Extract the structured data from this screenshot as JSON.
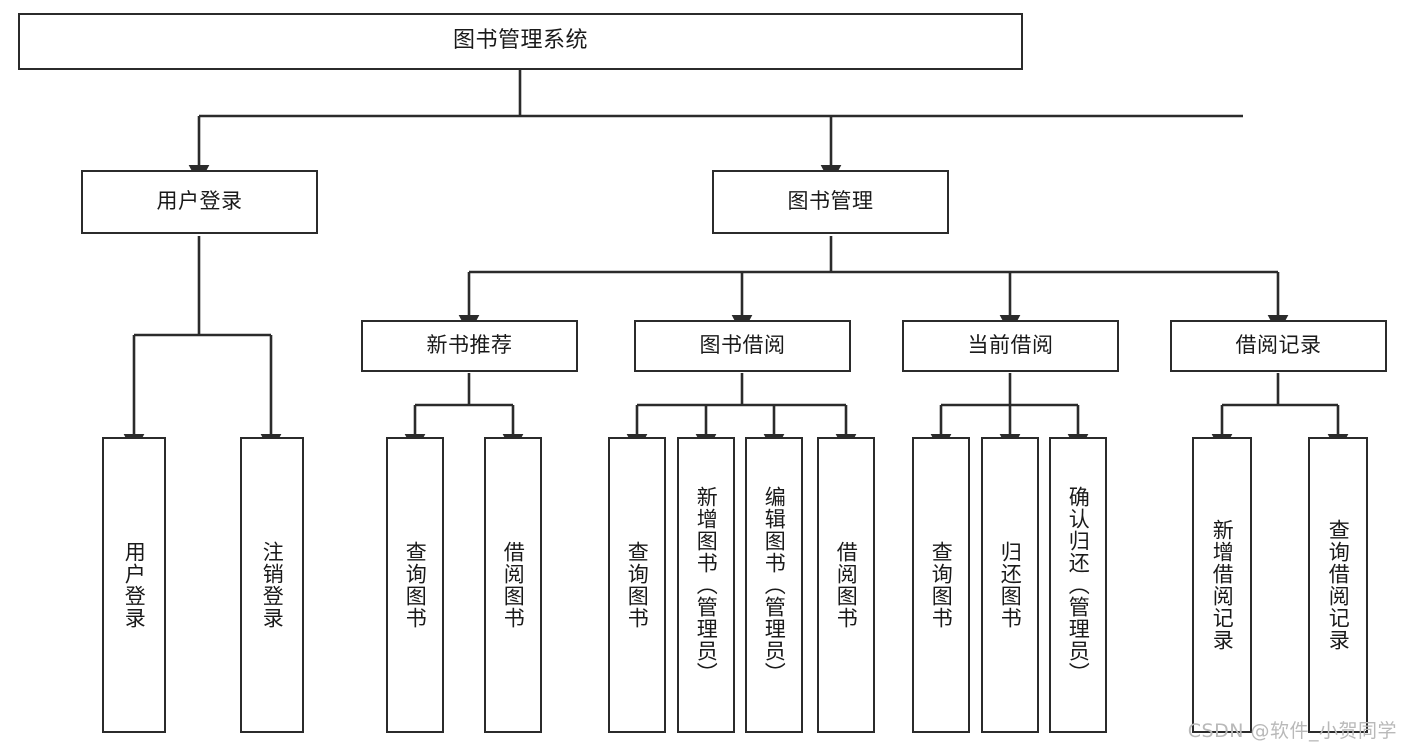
{
  "diagram": {
    "title": "图书管理系统",
    "type": "tree-hierarchy-chart",
    "orientation": "top-down",
    "colors": {
      "box_border": "#2b2b2b",
      "box_fill": "#ffffff",
      "edge": "#2b2b2b",
      "text": "#1a1a1a",
      "watermark": "#b9b9b9",
      "background": "#ffffff"
    }
  },
  "root": {
    "label": "图书管理系统"
  },
  "level2": [
    {
      "label": "用户登录"
    },
    {
      "label": "图书管理"
    }
  ],
  "level3": [
    {
      "label": "新书推荐"
    },
    {
      "label": "图书借阅"
    },
    {
      "label": "当前借阅"
    },
    {
      "label": "借阅记录"
    }
  ],
  "leaves": {
    "user_login": [
      {
        "label": "用户登录"
      },
      {
        "label": "注销登录"
      }
    ],
    "new_book_recommend": [
      {
        "label": "查询图书"
      },
      {
        "label": "借阅图书"
      }
    ],
    "book_borrow": [
      {
        "label": "查询图书"
      },
      {
        "label": "新增图书（管理员）"
      },
      {
        "label": "编辑图书（管理员）"
      },
      {
        "label": "借阅图书"
      }
    ],
    "current_borrow": [
      {
        "label": "查询图书"
      },
      {
        "label": "归还图书"
      },
      {
        "label": "确认归还（管理员）"
      }
    ],
    "borrow_records": [
      {
        "label": "新增借阅记录"
      },
      {
        "label": "查询借阅记录"
      }
    ]
  },
  "watermark": {
    "text": "CSDN @软件_小贺同学"
  }
}
